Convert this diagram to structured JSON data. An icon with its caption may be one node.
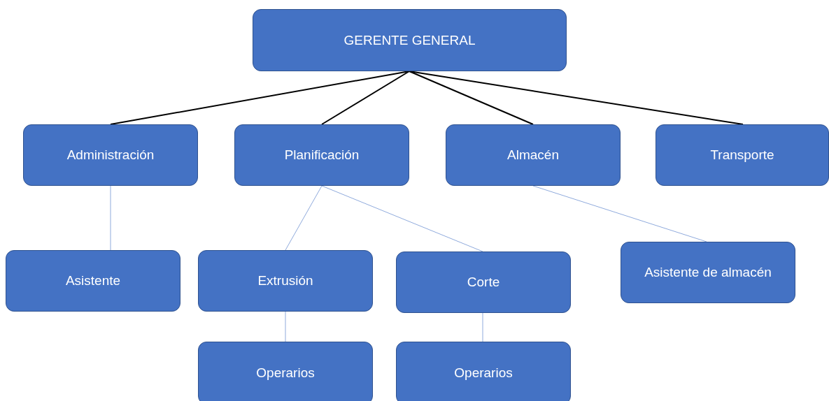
{
  "diagram": {
    "nodes": [
      {
        "text": [
          "GERENTE GENERAL"
        ]
      },
      {
        "text": [
          "Administración"
        ]
      },
      {
        "text": [
          "Planificación"
        ]
      },
      {
        "text": [
          "Almacén"
        ]
      },
      {
        "text": [
          "Transporte"
        ]
      },
      {
        "text": [
          "Asistente"
        ]
      },
      {
        "text": [
          "Extrusión"
        ]
      },
      {
        "text": [
          "Corte"
        ]
      },
      {
        "text": [
          "Asistente de almacén"
        ]
      },
      {
        "text": [
          "Operarios"
        ]
      },
      {
        "text": [
          "Operarios"
        ]
      }
    ],
    "edges": [
      {
        "from": 0,
        "to": 1,
        "arrow": "none",
        "color": "#000000"
      },
      {
        "from": 0,
        "to": 2,
        "arrow": "none",
        "color": "#000000"
      },
      {
        "from": 0,
        "to": 3,
        "arrow": "none",
        "color": "#000000"
      },
      {
        "from": 0,
        "to": 4,
        "arrow": "none",
        "color": "#000000"
      },
      {
        "from": 1,
        "to": 5,
        "arrow": "none"
      },
      {
        "from": 2,
        "to": 6,
        "arrow": "none"
      },
      {
        "from": 2,
        "to": 7,
        "arrow": "none"
      },
      {
        "from": 3,
        "to": 8,
        "arrow": "none"
      },
      {
        "from": 6,
        "to": 9,
        "arrow": "none"
      },
      {
        "from": 7,
        "to": 10,
        "arrow": "none"
      }
    ]
  }
}
